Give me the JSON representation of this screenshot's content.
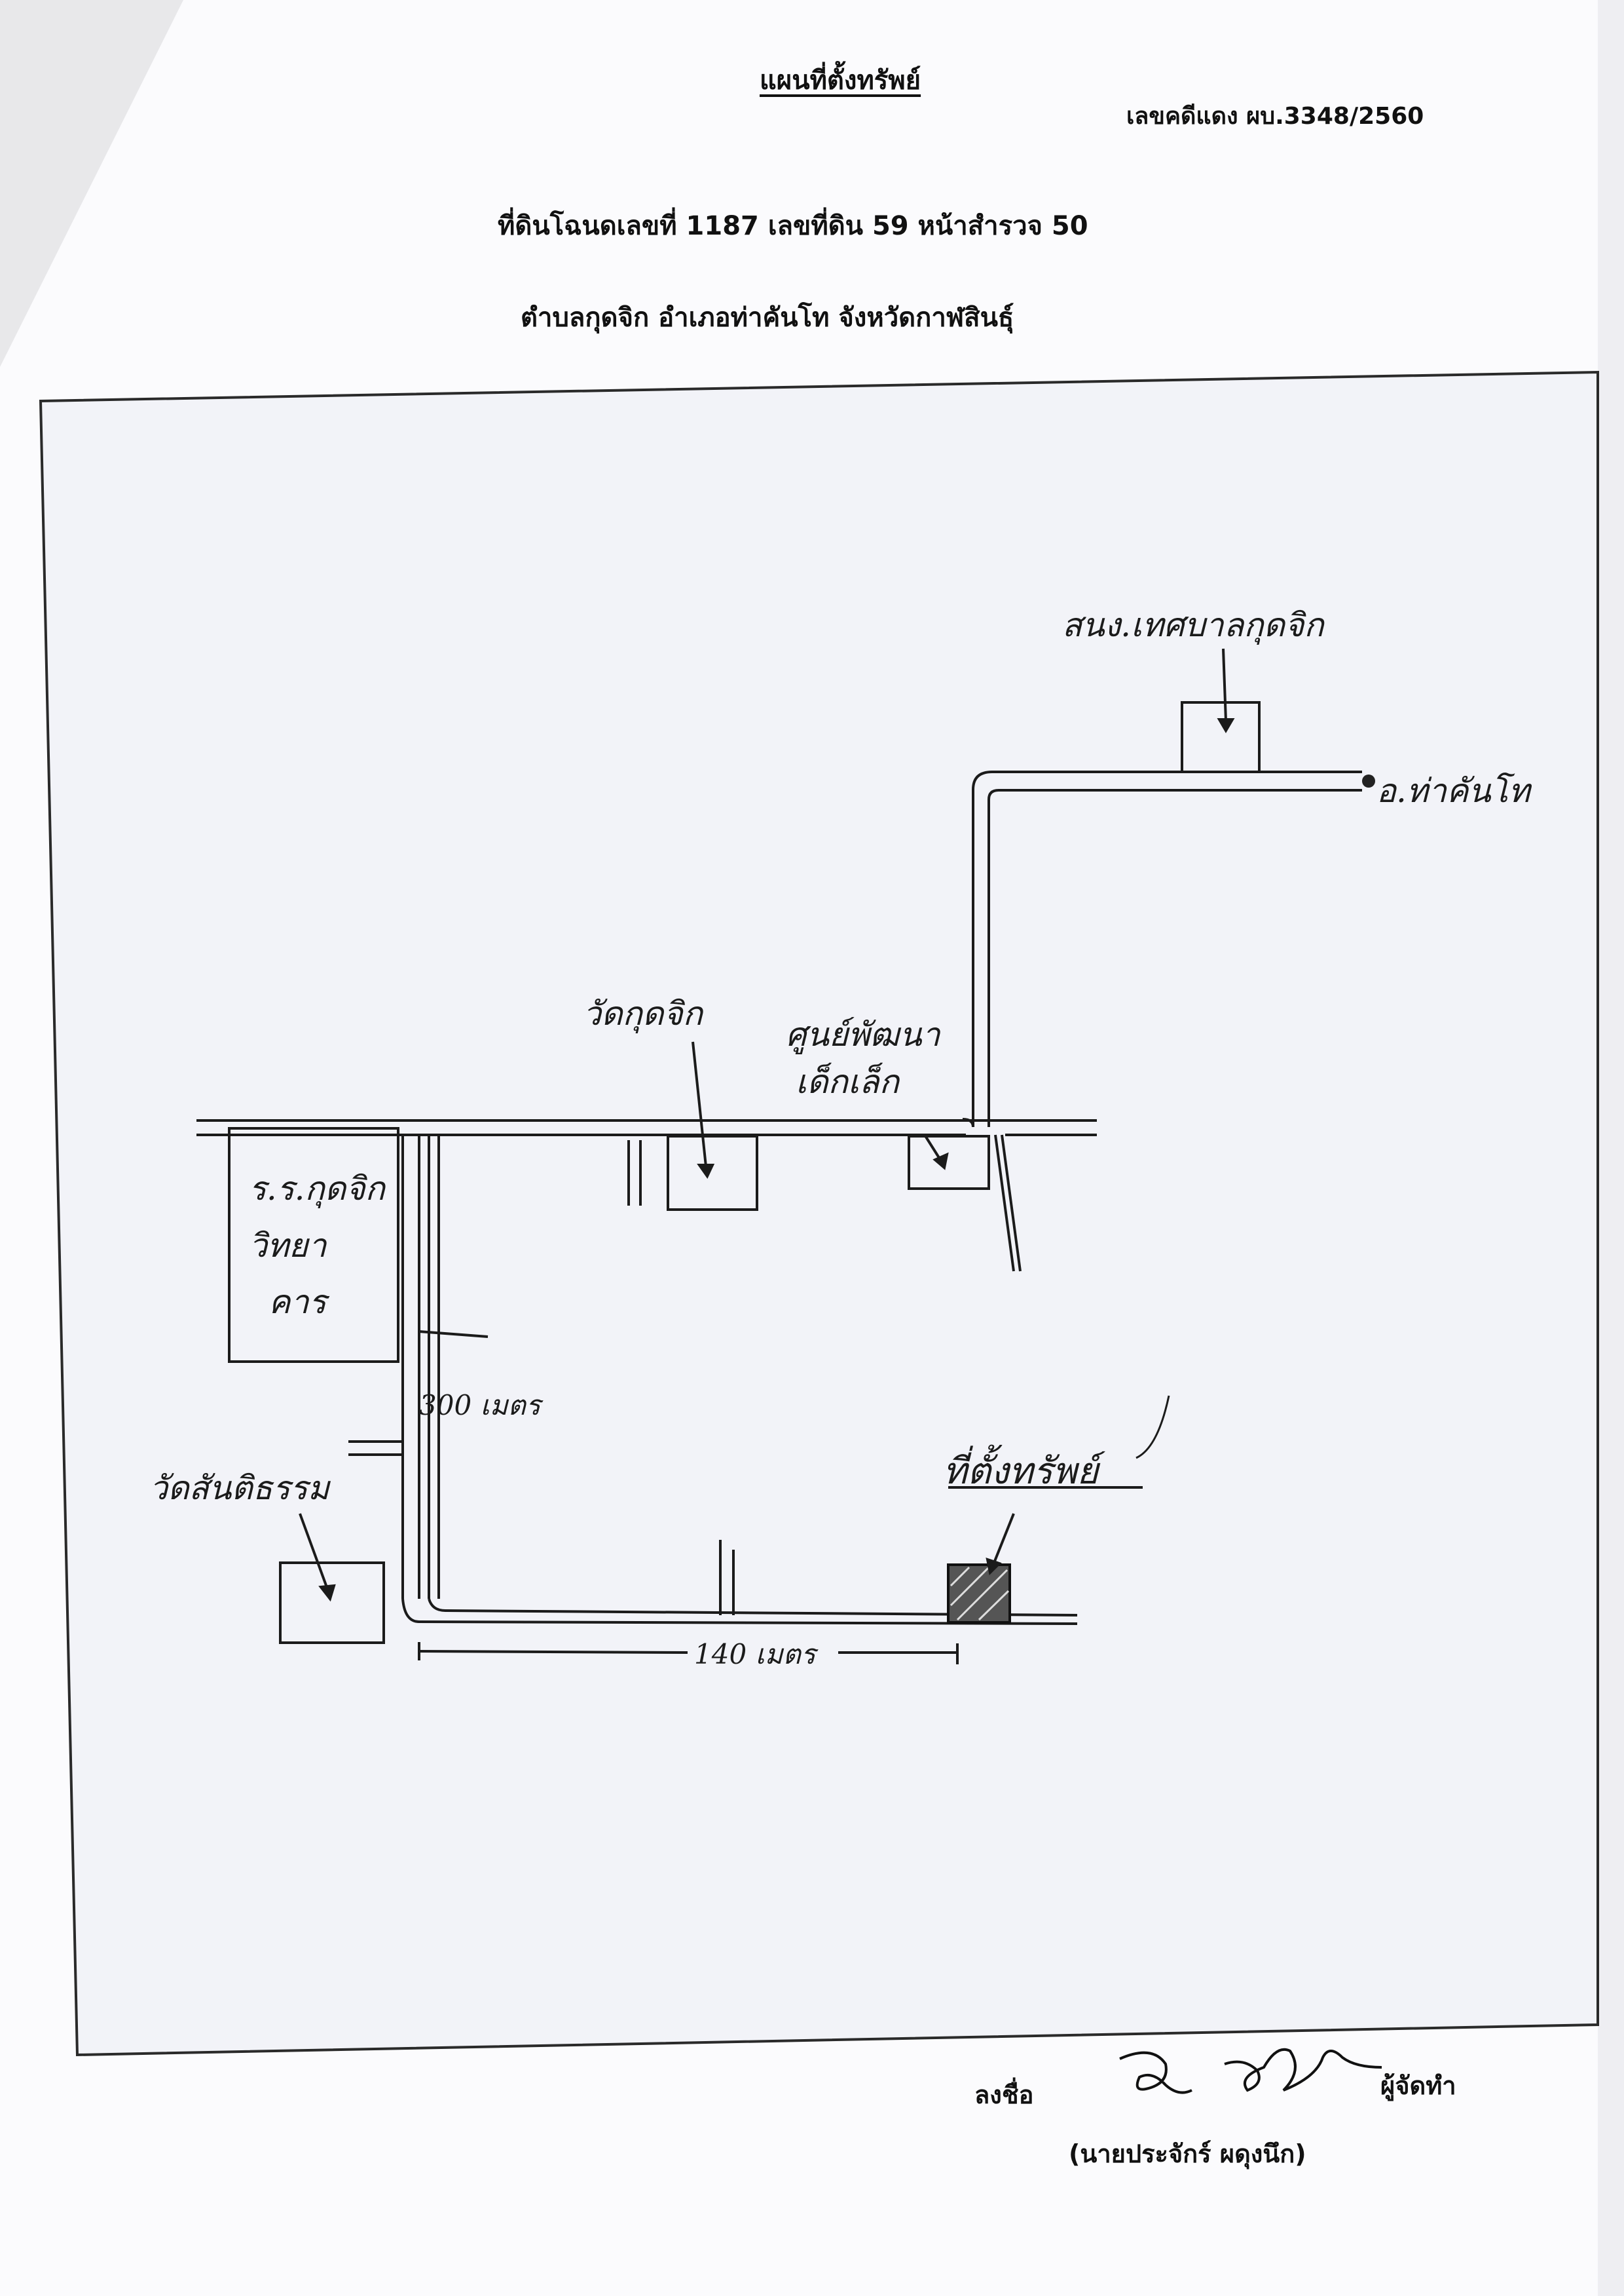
{
  "header": {
    "title": "แผนที่ตั้งทรัพย์",
    "case_number": "เลขคดีแดง ผบ.3348/2560",
    "deed_line": "ที่ดินโฉนดเลขที่ 1187 เลขที่ดิน 59 หน้าสำรวจ 50",
    "location_line": "ตำบลกุดจิก อำเภอท่าคันโท จังหวัดกาฬสินธุ์"
  },
  "map": {
    "labels": {
      "municipality": "สนง.เทศบาลกุดจิก",
      "district": "อ.ท่าคันโท",
      "temple_kudjik": "วัดกุดจิก",
      "dev_center": "ศูนย์พัฒนาเด็กเล็ก",
      "dev_center_line1": "ศูนย์พัฒนา",
      "dev_center_line2": "เด็กเล็ก",
      "school_line1": "ร.ร.กุดจิก",
      "school_line2": "วิทยา",
      "school_line3": "คาร",
      "distance_vertical": "300 เมตร",
      "distance_horizontal": "140 เมตร",
      "temple_santi": "วัดสันติธรรม",
      "property_location": "ที่ตั้งทรัพย์"
    }
  },
  "footer": {
    "sign_label": "ลงชื่อ",
    "maker_label": "ผู้จัดทำ",
    "signer_name": "(นายประจักร์ ผดุงนึก)"
  },
  "colors": {
    "ink": "#111111",
    "map_border": "#2a2a2a"
  }
}
